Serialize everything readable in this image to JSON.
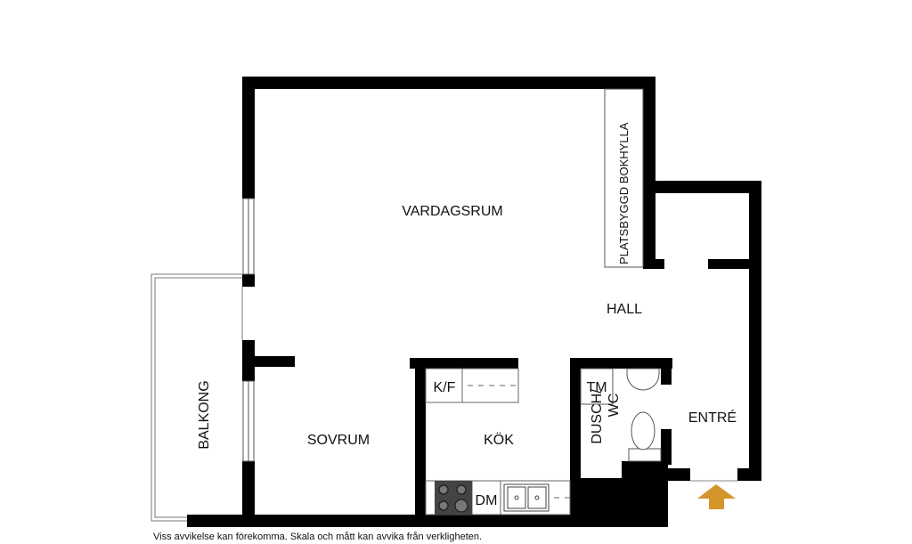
{
  "rooms": {
    "vardagsrum": "VARDAGSRUM",
    "hall": "HALL",
    "entre": "ENTRÉ",
    "sovrum": "SOVRUM",
    "kok": "KÖK",
    "balkong": "BALKONG",
    "dusch_wc_line1": "DUSCH/",
    "dusch_wc_line2": "WC"
  },
  "fixtures": {
    "bookshelf": "PLATSBYGGD BOKHYLLA",
    "fridge_freezer": "K/F",
    "washing_machine": "TM",
    "dishwasher": "DM"
  },
  "entrance_arrow": {
    "icon": "arrow-up-icon",
    "color": "#D4952A"
  },
  "wall_color": "#000000",
  "footer": "Viss avvikelse kan förekomma. Skala och mått kan avvika från verkligheten."
}
